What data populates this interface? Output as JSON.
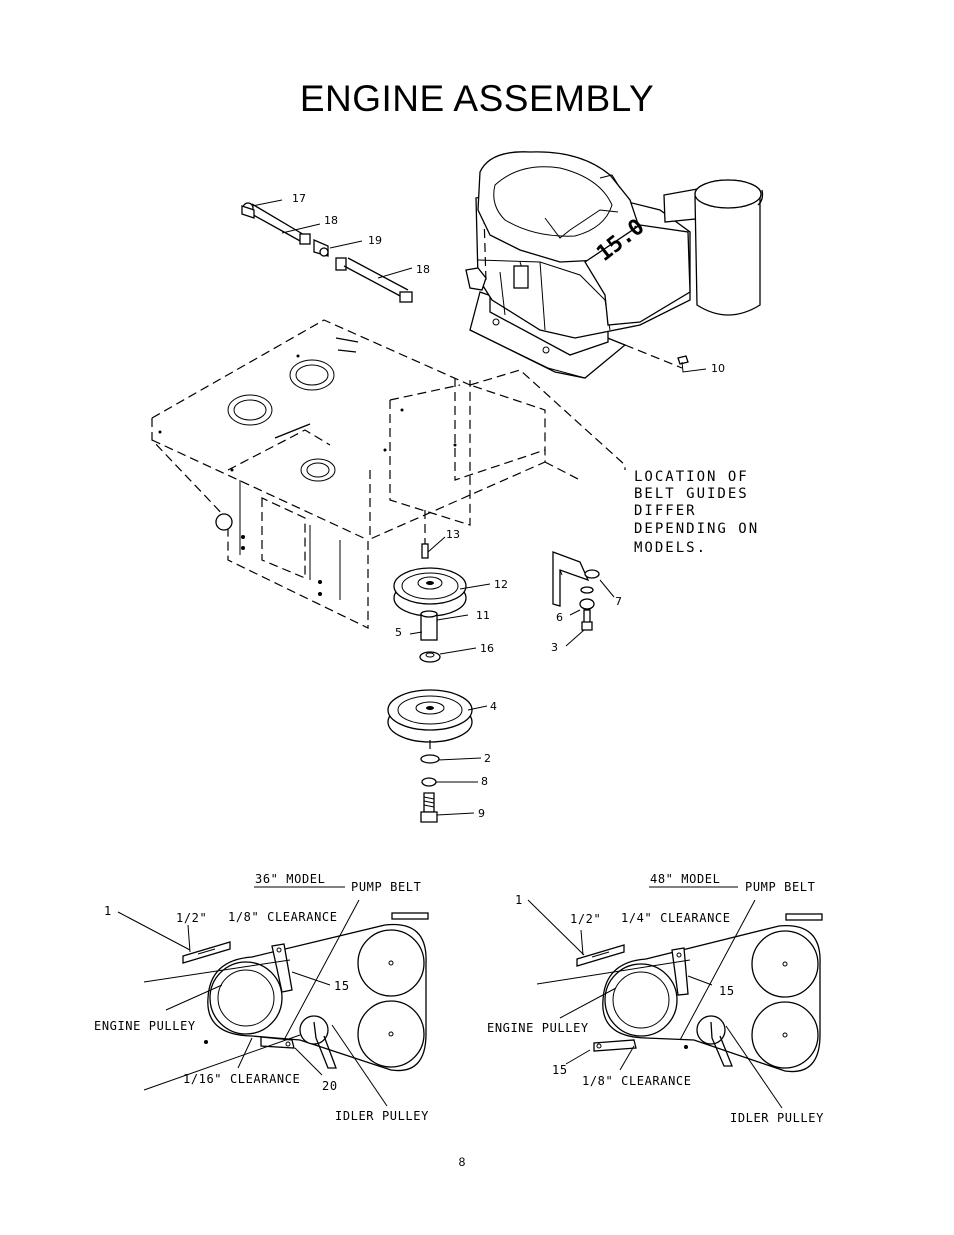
{
  "title": "ENGINE ASSEMBLY",
  "page_number": "8",
  "engine_label": "15.0",
  "note_lines": [
    "LOCATION OF",
    "BELT GUIDES",
    "DIFFER",
    "DEPENDING ON",
    "MODELS."
  ],
  "callouts": {
    "c17": "17",
    "c18a": "18",
    "c19": "19",
    "c18b": "18",
    "c10": "10",
    "c13": "13",
    "c12": "12",
    "c11": "11",
    "c5": "5",
    "c16": "16",
    "c7": "7",
    "c6": "6",
    "c3": "3",
    "c4": "4",
    "c2": "2",
    "c8": "8",
    "c9": "9"
  },
  "model36": {
    "heading": "36\" MODEL",
    "pump_belt": "PUMP BELT",
    "item1": "1",
    "half": "1/2\"",
    "clearance_top": "1/8\" CLEARANCE",
    "item15": "15",
    "engine_pulley": "ENGINE PULLEY",
    "clearance_bottom": "1/16\" CLEARANCE",
    "item20": "20",
    "idler_pulley": "IDLER PULLEY"
  },
  "model48": {
    "heading": "48\" MODEL",
    "pump_belt": "PUMP BELT",
    "item1": "1",
    "half": "1/2\"",
    "clearance_top": "1/4\" CLEARANCE",
    "item15a": "15",
    "engine_pulley": "ENGINE PULLEY",
    "item15b": "15",
    "clearance_bottom": "1/8\" CLEARANCE",
    "idler_pulley": "IDLER PULLEY"
  }
}
